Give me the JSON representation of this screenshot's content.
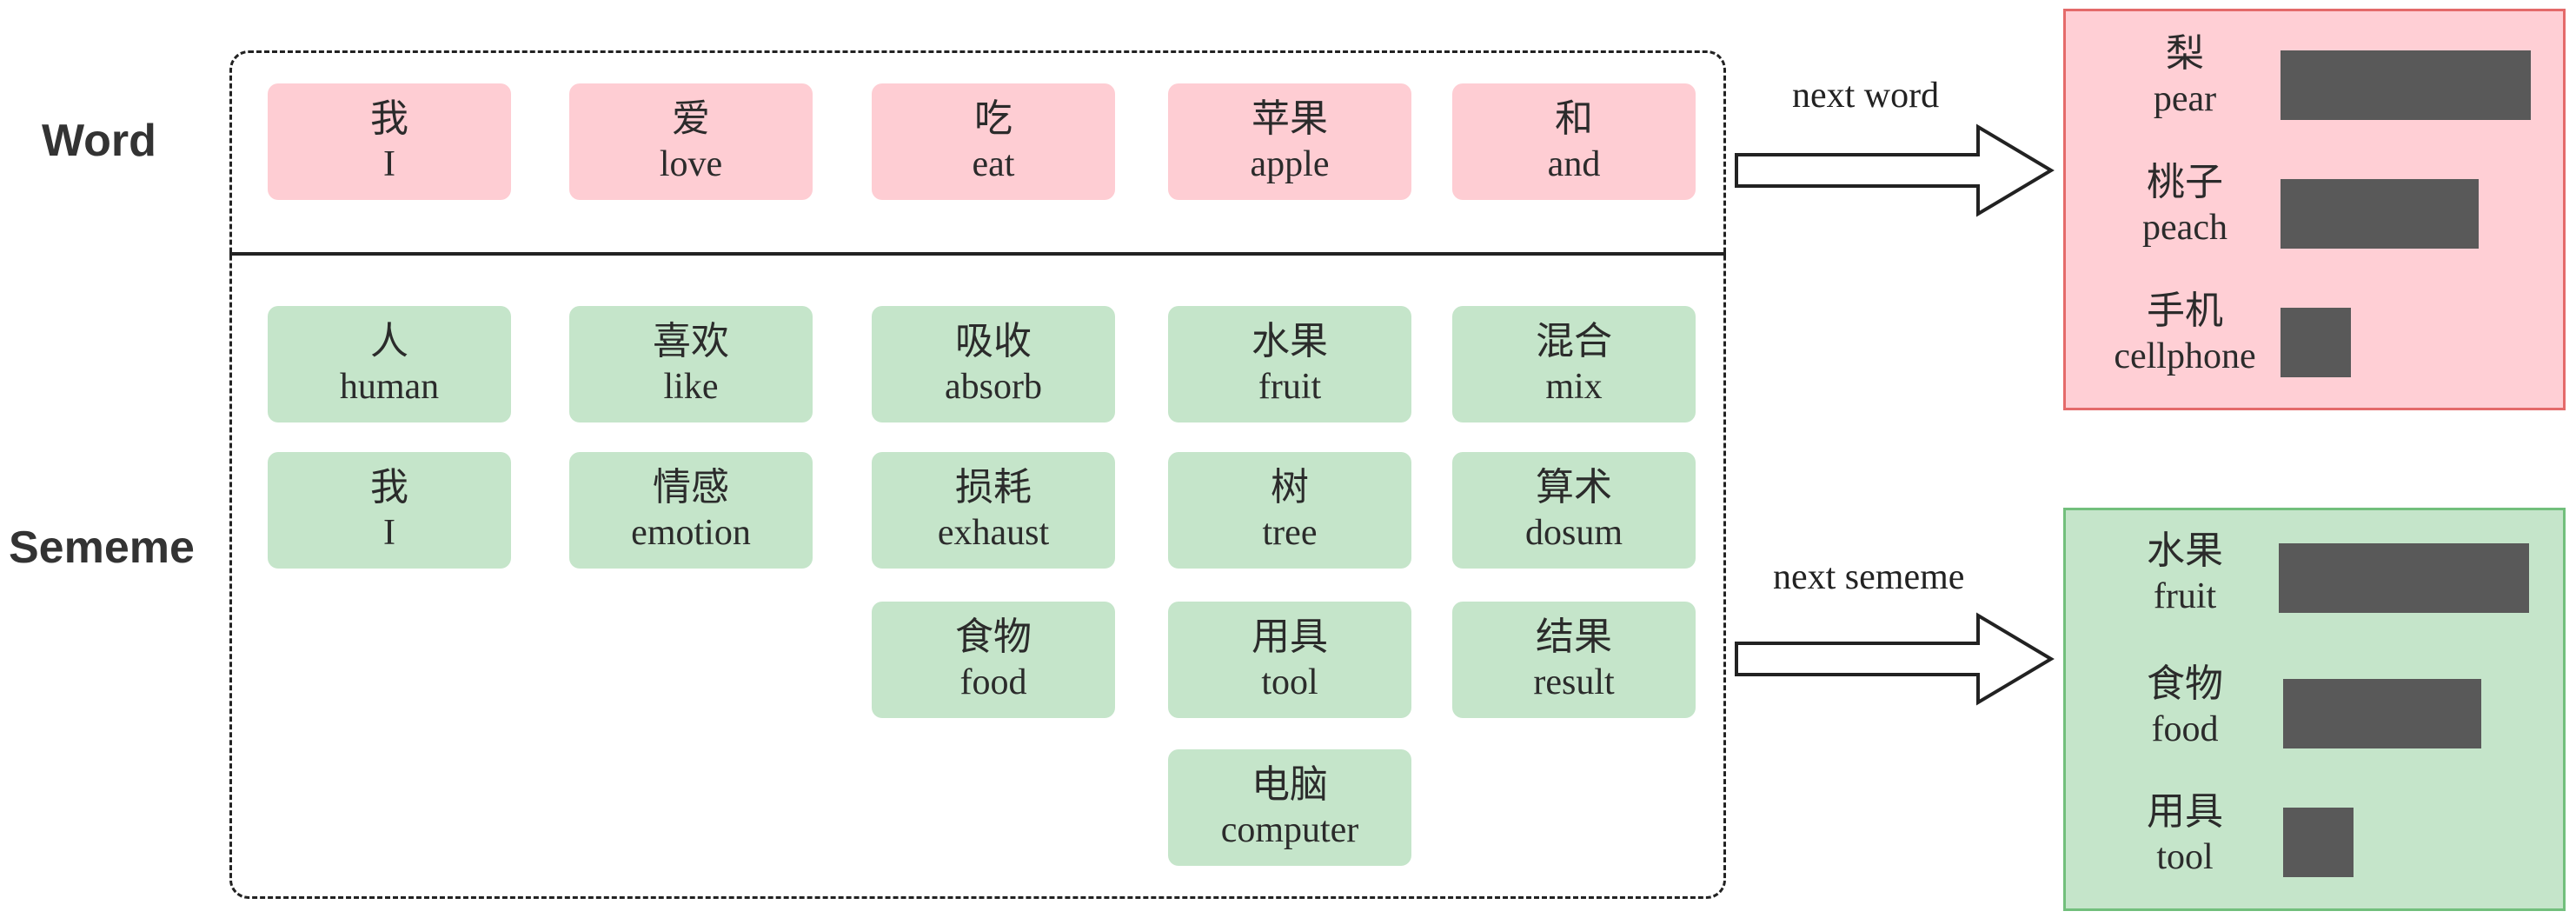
{
  "labels": {
    "word_row": "Word",
    "sememe_row": "Sememe",
    "next_word": "next word",
    "next_sememe": "next sememe"
  },
  "words": [
    {
      "zh": "我",
      "en": "I"
    },
    {
      "zh": "爱",
      "en": "love"
    },
    {
      "zh": "吃",
      "en": "eat"
    },
    {
      "zh": "苹果",
      "en": "apple"
    },
    {
      "zh": "和",
      "en": "and"
    }
  ],
  "sememes": [
    [
      {
        "zh": "人",
        "en": "human"
      },
      {
        "zh": "我",
        "en": "I"
      }
    ],
    [
      {
        "zh": "喜欢",
        "en": "like"
      },
      {
        "zh": "情感",
        "en": "emotion"
      }
    ],
    [
      {
        "zh": "吸收",
        "en": "absorb"
      },
      {
        "zh": "损耗",
        "en": "exhaust"
      },
      {
        "zh": "食物",
        "en": "food"
      }
    ],
    [
      {
        "zh": "水果",
        "en": "fruit"
      },
      {
        "zh": "树",
        "en": "tree"
      },
      {
        "zh": "用具",
        "en": "tool"
      },
      {
        "zh": "电脑",
        "en": "computer"
      }
    ],
    [
      {
        "zh": "混合",
        "en": "mix"
      },
      {
        "zh": "算术",
        "en": "dosum"
      },
      {
        "zh": "结果",
        "en": "result"
      }
    ]
  ],
  "word_predictions": [
    {
      "zh": "梨",
      "en": "pear",
      "score": 1.0
    },
    {
      "zh": "桃子",
      "en": "peach",
      "score": 0.79
    },
    {
      "zh": "手机",
      "en": "cellphone",
      "score": 0.28
    }
  ],
  "sememe_predictions": [
    {
      "zh": "水果",
      "en": "fruit",
      "score": 1.0
    },
    {
      "zh": "食物",
      "en": "food",
      "score": 0.79
    },
    {
      "zh": "用具",
      "en": "tool",
      "score": 0.28
    }
  ],
  "colors": {
    "word_cell": "#fecdd3",
    "sememe_cell": "#c5e5ca",
    "bar": "#595959"
  }
}
